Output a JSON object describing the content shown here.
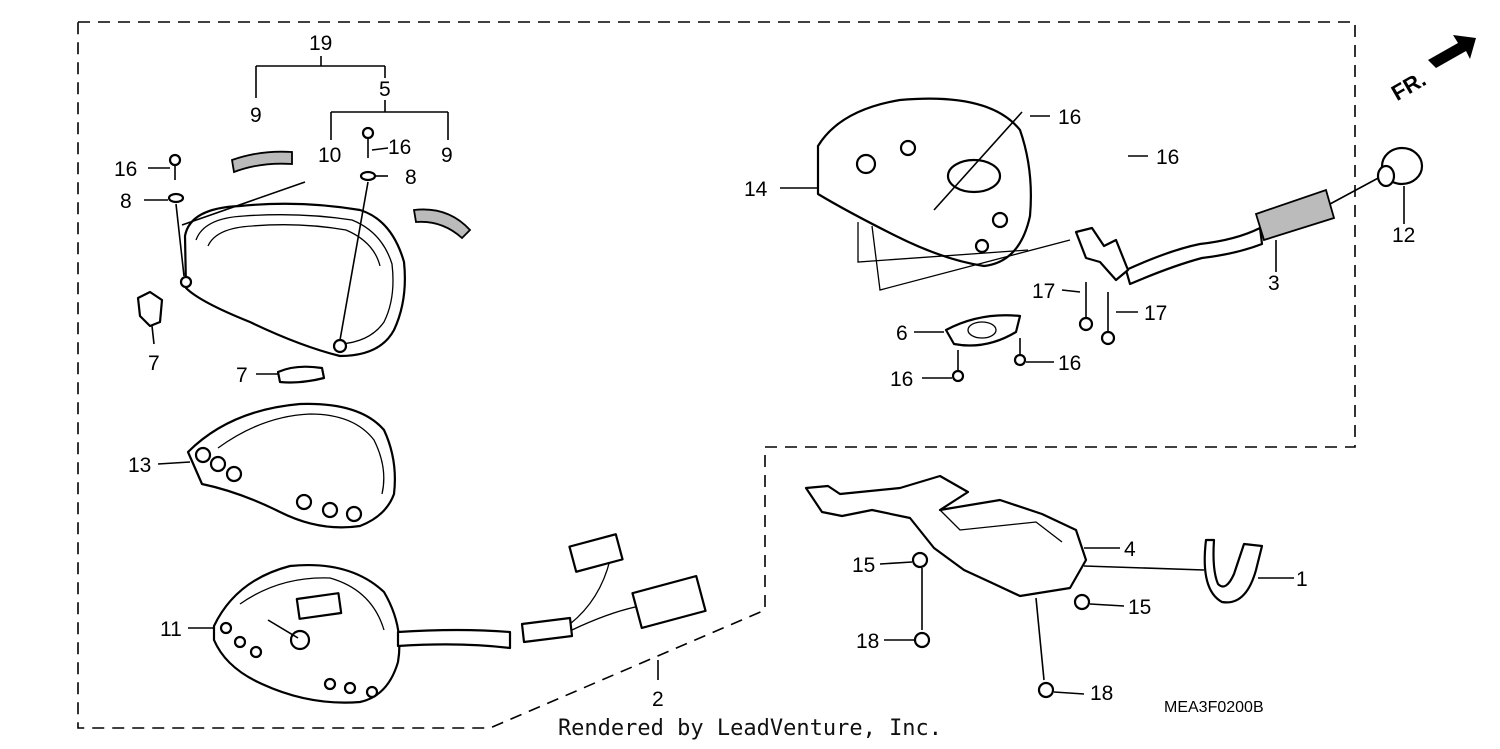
{
  "diagram": {
    "callouts": {
      "c1": "1",
      "c2": "2",
      "c3": "3",
      "c4": "4",
      "c5": "5",
      "c6": "6",
      "c7a": "7",
      "c7b": "7",
      "c8a": "8",
      "c8b": "8",
      "c9a": "9",
      "c9b": "9",
      "c10": "10",
      "c11": "11",
      "c12": "12",
      "c13": "13",
      "c14": "14",
      "c15a": "15",
      "c15b": "15",
      "c16a": "16",
      "c16b": "16",
      "c16c": "16",
      "c16d": "16",
      "c16e": "16",
      "c16f": "16",
      "c17a": "17",
      "c17b": "17",
      "c18a": "18",
      "c18b": "18",
      "c19": "19"
    },
    "direction_label": "FR.",
    "part_code": "MEA3F0200B",
    "credit": "Rendered by LeadVenture, Inc.",
    "colors": {
      "line": "#000000",
      "background": "#ffffff",
      "hatch": "#bbbbbb"
    }
  }
}
